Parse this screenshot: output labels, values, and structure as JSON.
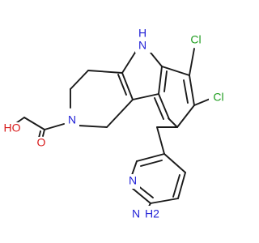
{
  "molecule": {
    "atoms": {
      "indole_nh": "N",
      "indole_nh_h": "H",
      "cl_upper": "Cl",
      "cl_lower": "Cl",
      "piperidine_n": "N",
      "carbonyl_o": "O",
      "hydroxyl": "HO",
      "pyridine_n": "N",
      "amine_n": "N",
      "amine_h2": "H2"
    },
    "colors": {
      "nitrogen": "#1f1fd6",
      "oxygen": "#d81b1b",
      "chlorine": "#1f9d1f",
      "bond": "#1a1a1a"
    }
  }
}
